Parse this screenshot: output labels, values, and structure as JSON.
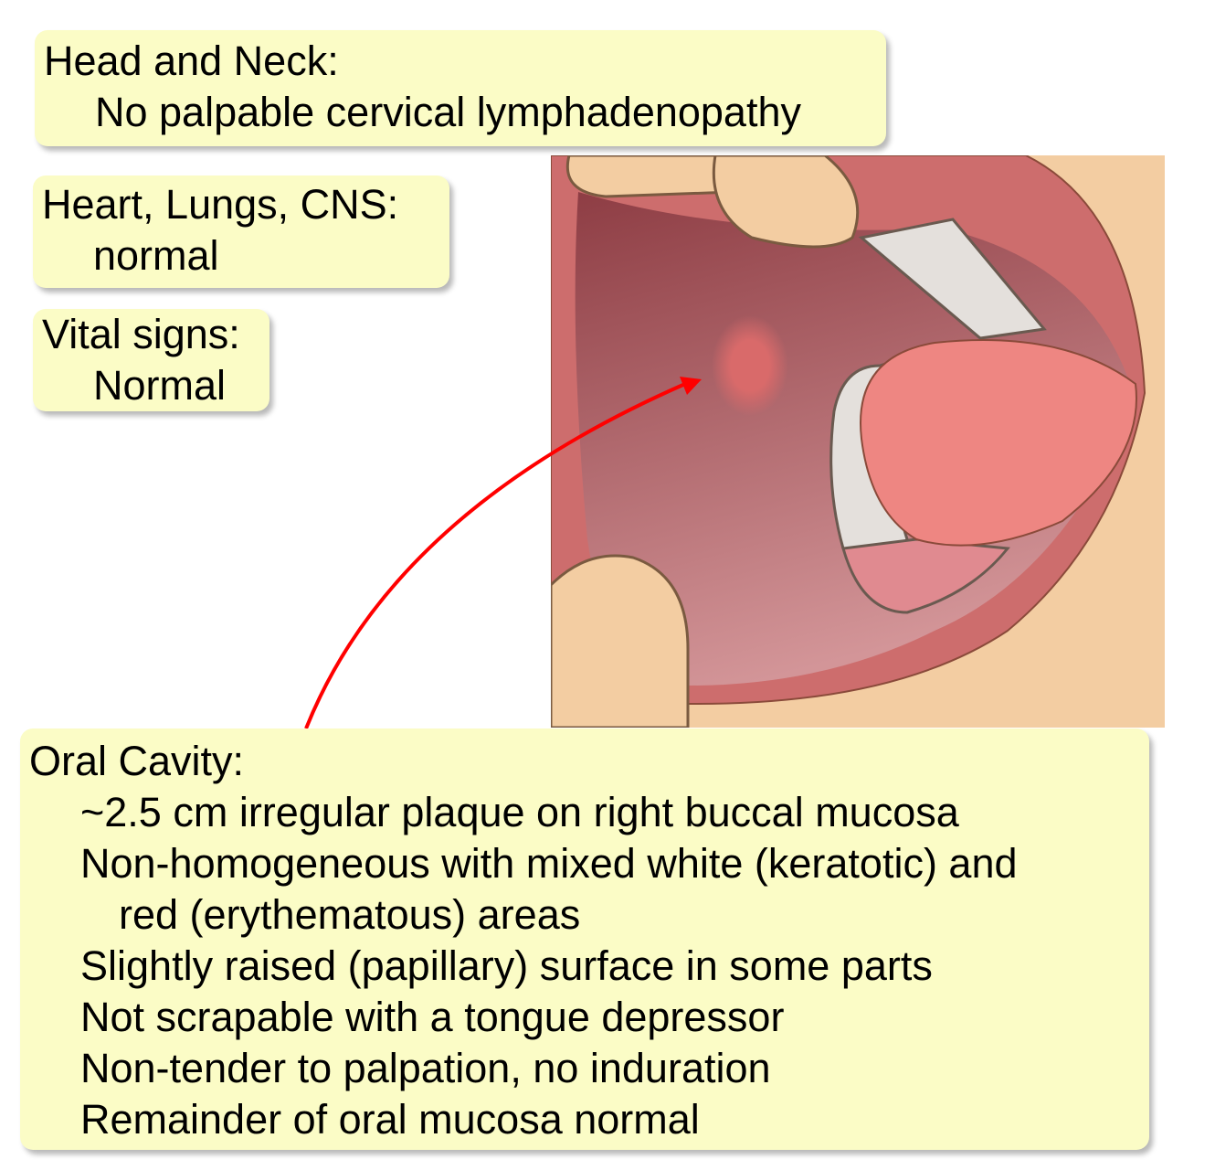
{
  "head_neck": {
    "title": "Head and Neck:",
    "lines": [
      "No palpable cervical lymphadenopathy"
    ]
  },
  "heart_lungs": {
    "title": "Heart, Lungs, CNS:",
    "lines": [
      "normal"
    ]
  },
  "vitals": {
    "title": "Vital signs:",
    "lines": [
      "Normal"
    ]
  },
  "oral_cavity": {
    "title": "Oral Cavity:",
    "lines": [
      "~2.5 cm irregular plaque on right buccal mucosa",
      "Non-homogeneous with mixed white (keratotic) and",
      "red (erythematous) areas",
      "Slightly raised (papillary) surface in some parts",
      "Not scrapable with a tongue depressor",
      "Non-tender to palpation, no induration",
      "Remainder of oral mucosa normal"
    ]
  },
  "colors": {
    "box": "#fbfcc6",
    "arrow": "#ff0000",
    "skin": "#f3cda2",
    "lip": "#cd6d6d",
    "tongue": "#ee8682"
  }
}
